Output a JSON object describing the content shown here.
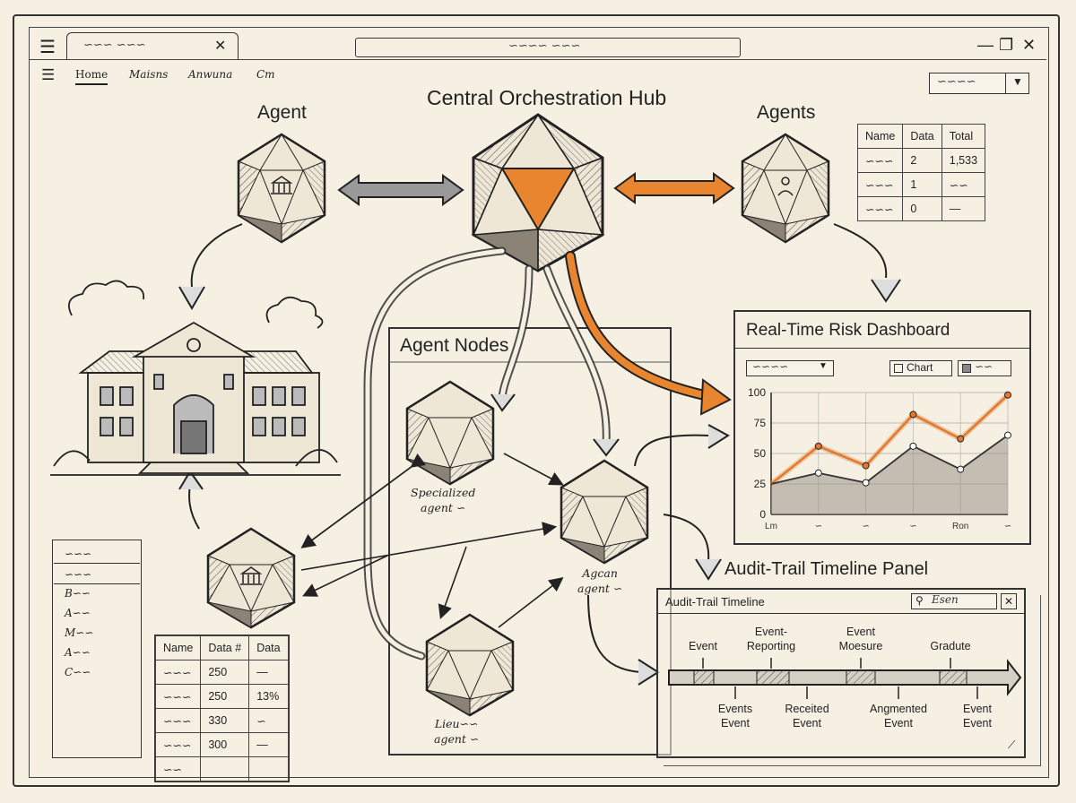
{
  "window": {
    "tab_title": "∽∽∽ ∽∽∽",
    "address": "∽∽∽∽ ∽∽∽",
    "controls": [
      "—",
      "❐",
      "✕"
    ]
  },
  "nav": {
    "items": [
      "Home",
      "Maisns",
      "Anwuna",
      "Cm"
    ],
    "dropdown_value": "∽∽∽∽"
  },
  "hub": {
    "title": "Central Orchestration Hub"
  },
  "agent_left": {
    "label": "Agent"
  },
  "agents_right": {
    "label": "Agents",
    "table": {
      "headers": [
        "Name",
        "Data",
        "Total"
      ],
      "rows": [
        [
          "∽∽∽",
          "2",
          "1,533"
        ],
        [
          "∽∽∽",
          "1",
          "∽∽"
        ],
        [
          "∽∽∽",
          "0",
          "—"
        ]
      ]
    }
  },
  "agent_nodes": {
    "title": "Agent Nodes",
    "specialized_label": "Specialized\nagent ∽",
    "agcan_label": "Agcan\nagent ∽",
    "lieu_label": "Lieu∽∽\nagent ∽"
  },
  "dashboard": {
    "title": "Real-Time Risk Dashboard",
    "dropdown": "∽∽∽∽",
    "toggle_chart": "Chart",
    "toggle_other": "∽∽"
  },
  "chart_data": {
    "type": "line",
    "title": "",
    "ylim": [
      0,
      100
    ],
    "yticks": [
      0,
      25,
      50,
      75,
      100
    ],
    "x_tick_labels": [
      "Lm",
      "∽",
      "∽",
      "∽",
      "Ron",
      "∽"
    ],
    "series": [
      {
        "values": [
          25,
          56,
          40,
          82,
          62,
          98
        ],
        "color": "#e07a2e"
      },
      {
        "values": [
          25,
          34,
          26,
          56,
          37,
          65
        ],
        "color": "#333333"
      }
    ],
    "x": [
      0,
      1,
      2,
      3,
      4,
      5
    ]
  },
  "audit": {
    "heading": "Audit-Trail Timeline Panel",
    "panel_title": "Audit-Trail Timeline",
    "search_placeholder": "Esen",
    "top_events": [
      "Event",
      "Event-\nReporting",
      "Event\nMoesure",
      "Gradute"
    ],
    "bottom_events": [
      "Events\nEvent",
      "Receited\nEvent",
      "Angmented\nEvent",
      "Event\nEvent"
    ]
  },
  "bottom_table": {
    "headers": [
      "Name",
      "Data #",
      "Data"
    ],
    "rows": [
      [
        "∽∽∽",
        "250",
        "—"
      ],
      [
        "∽∽∽",
        "250",
        "13%"
      ],
      [
        "∽∽∽",
        "330",
        "∽"
      ],
      [
        "∽∽∽",
        "300",
        "—"
      ],
      [
        "∽∽",
        "",
        ""
      ]
    ]
  },
  "sidebar": {
    "items": [
      "∽∽∽",
      "∽∽∽",
      "B∽∽",
      "A∽∽",
      "M∽∽",
      "A∽∽",
      "C∽∽"
    ]
  },
  "colors": {
    "accent": "#e07a2e",
    "paper": "#f6f0e3",
    "ink": "#222222"
  }
}
